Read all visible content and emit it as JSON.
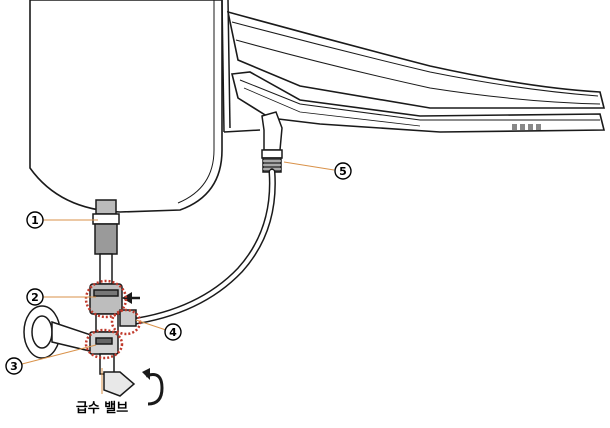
{
  "callouts": [
    {
      "id": "1",
      "label": "1"
    },
    {
      "id": "2",
      "label": "2"
    },
    {
      "id": "3",
      "label": "3"
    },
    {
      "id": "4",
      "label": "4"
    },
    {
      "id": "5",
      "label": "5"
    }
  ],
  "valve_caption": "급수 밸브",
  "colors": {
    "leader_line": "#d9924a",
    "highlight_circle": "#c0392b",
    "line_art": "#1a1a1a"
  }
}
